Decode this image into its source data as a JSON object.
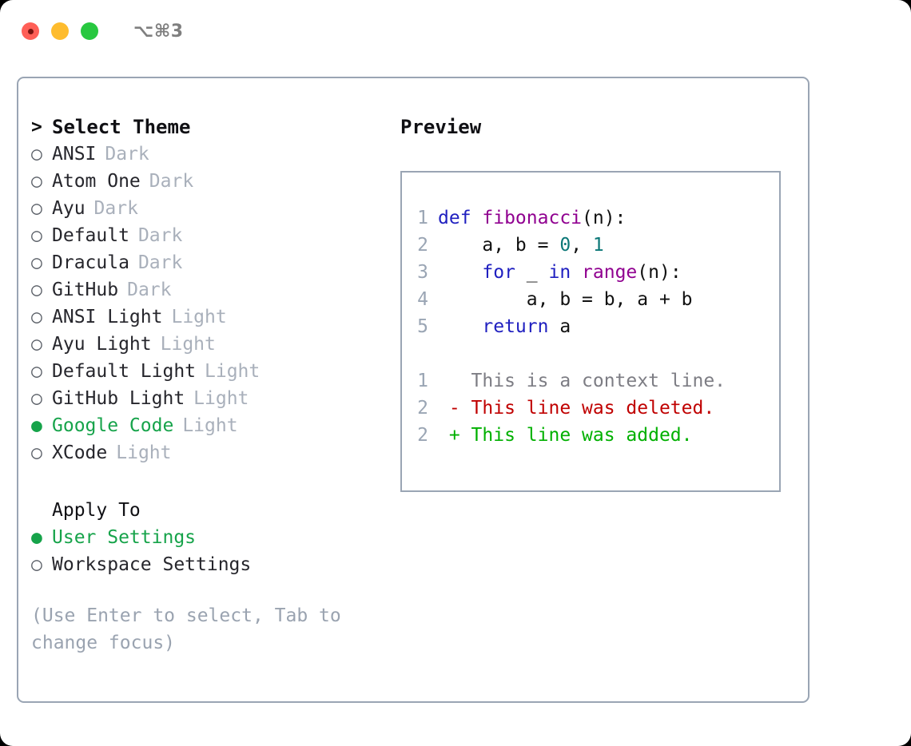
{
  "titlebar": {
    "lights": [
      {
        "name": "close",
        "color": "#ff5f57"
      },
      {
        "name": "minimize",
        "color": "#febc2e"
      },
      {
        "name": "zoom",
        "color": "#28c840"
      }
    ],
    "shortcut": "⌥⌘3"
  },
  "theme_picker": {
    "header_marker": ">",
    "header_label": "Select Theme",
    "items": [
      {
        "marker": "○",
        "label": "ANSI",
        "variant": "Dark",
        "selected": false
      },
      {
        "marker": "○",
        "label": "Atom One",
        "variant": "Dark",
        "selected": false
      },
      {
        "marker": "○",
        "label": "Ayu",
        "variant": "Dark",
        "selected": false
      },
      {
        "marker": "○",
        "label": "Default",
        "variant": "Dark",
        "selected": false
      },
      {
        "marker": "○",
        "label": "Dracula",
        "variant": "Dark",
        "selected": false
      },
      {
        "marker": "○",
        "label": "GitHub",
        "variant": "Dark",
        "selected": false
      },
      {
        "marker": "○",
        "label": "ANSI Light",
        "variant": "Light",
        "selected": false
      },
      {
        "marker": "○",
        "label": "Ayu Light",
        "variant": "Light",
        "selected": false
      },
      {
        "marker": "○",
        "label": "Default Light",
        "variant": "Light",
        "selected": false
      },
      {
        "marker": "○",
        "label": "GitHub Light",
        "variant": "Light",
        "selected": false
      },
      {
        "marker": "●",
        "label": "Google Code",
        "variant": "Light",
        "selected": true
      },
      {
        "marker": "○",
        "label": "XCode",
        "variant": "Light",
        "selected": false
      }
    ]
  },
  "apply_to": {
    "heading": "Apply To",
    "items": [
      {
        "marker": "●",
        "label": "User Settings",
        "selected": true
      },
      {
        "marker": "○",
        "label": "Workspace Settings",
        "selected": false
      }
    ]
  },
  "hint": "(Use Enter to select, Tab to change focus)",
  "preview": {
    "title": "Preview",
    "code_lines": [
      {
        "num": "1",
        "tokens": [
          {
            "t": "def ",
            "c": "kw"
          },
          {
            "t": "fibonacci",
            "c": "fn"
          },
          {
            "t": "(n):",
            "c": "pln"
          }
        ]
      },
      {
        "num": "2",
        "tokens": [
          {
            "t": "    a, b = ",
            "c": "pln"
          },
          {
            "t": "0",
            "c": "num"
          },
          {
            "t": ", ",
            "c": "pln"
          },
          {
            "t": "1",
            "c": "num"
          }
        ]
      },
      {
        "num": "3",
        "tokens": [
          {
            "t": "    ",
            "c": "pln"
          },
          {
            "t": "for",
            "c": "kw"
          },
          {
            "t": " _ ",
            "c": "pln"
          },
          {
            "t": "in",
            "c": "kw"
          },
          {
            "t": " ",
            "c": "pln"
          },
          {
            "t": "range",
            "c": "fn"
          },
          {
            "t": "(n):",
            "c": "pln"
          }
        ]
      },
      {
        "num": "4",
        "tokens": [
          {
            "t": "        a, b = b, a + b",
            "c": "pln"
          }
        ]
      },
      {
        "num": "5",
        "tokens": [
          {
            "t": "    ",
            "c": "pln"
          },
          {
            "t": "return",
            "c": "kw"
          },
          {
            "t": " a",
            "c": "pln"
          }
        ]
      }
    ],
    "diff_lines": [
      {
        "num": "1",
        "text": "   This is a context line.",
        "kind": "ctx"
      },
      {
        "num": "2",
        "text": " - This line was deleted.",
        "kind": "del"
      },
      {
        "num": "2",
        "text": " + This line was added.",
        "kind": "add"
      }
    ]
  },
  "colors": {
    "accent_green": "#16a34a",
    "muted": "#a9b0bb",
    "border": "#9aa5b4",
    "keyword": "#2020c0",
    "function": "#900090",
    "number": "#0b7777",
    "diff_delete": "#c00000",
    "diff_add": "#00b000"
  }
}
